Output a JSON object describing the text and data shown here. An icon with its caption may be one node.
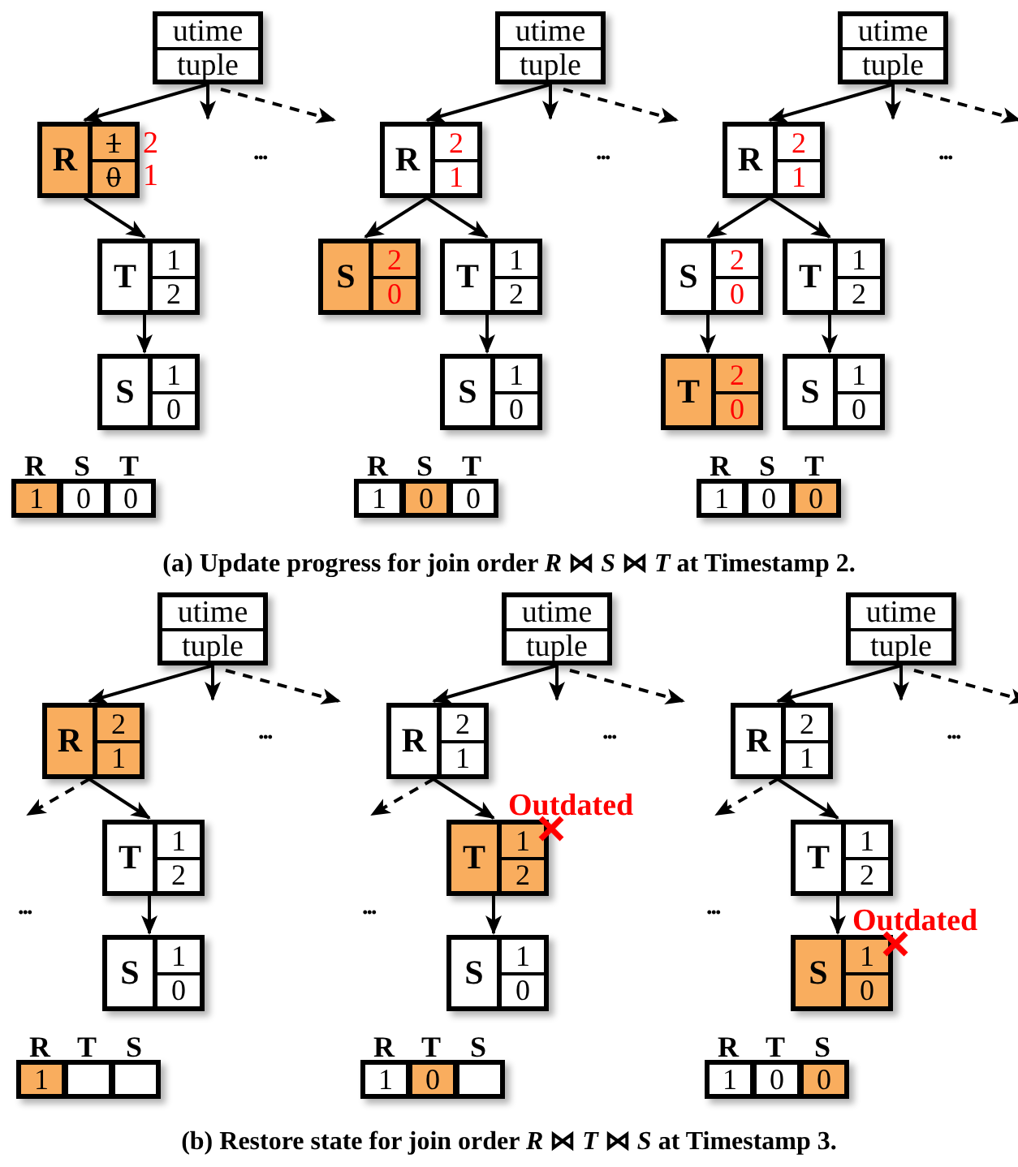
{
  "diagram": {
    "nodes": [
      {
        "text": [
          "utime",
          "tuple"
        ]
      },
      {
        "text": [
          "R",
          "1",
          "0"
        ],
        "beside": [
          "2",
          "1"
        ]
      },
      {
        "text": [
          "T",
          "1",
          "2"
        ]
      },
      {
        "text": [
          "S",
          "1",
          "0"
        ]
      },
      {
        "text": [
          "R",
          "S",
          "T",
          "1",
          "0",
          "0"
        ]
      },
      {
        "text": [
          "utime",
          "tuple"
        ]
      },
      {
        "text": [
          "R",
          "2",
          "1"
        ]
      },
      {
        "text": [
          "S",
          "2",
          "0"
        ]
      },
      {
        "text": [
          "T",
          "1",
          "2"
        ]
      },
      {
        "text": [
          "S",
          "1",
          "0"
        ]
      },
      {
        "text": [
          "R",
          "S",
          "T",
          "1",
          "0",
          "0"
        ]
      },
      {
        "text": [
          "utime",
          "tuple"
        ]
      },
      {
        "text": [
          "R",
          "2",
          "1"
        ]
      },
      {
        "text": [
          "S",
          "2",
          "0"
        ]
      },
      {
        "text": [
          "T",
          "1",
          "2"
        ]
      },
      {
        "text": [
          "T",
          "2",
          "0"
        ]
      },
      {
        "text": [
          "S",
          "1",
          "0"
        ]
      },
      {
        "text": [
          "R",
          "S",
          "T",
          "1",
          "0",
          "0"
        ]
      },
      {
        "text": [
          "utime",
          "tuple"
        ]
      },
      {
        "text": [
          "R",
          "2",
          "1"
        ]
      },
      {
        "text": [
          "T",
          "1",
          "2"
        ]
      },
      {
        "text": [
          "S",
          "1",
          "0"
        ]
      },
      {
        "text": [
          "R",
          "T",
          "S",
          "1"
        ]
      },
      {
        "text": [
          "utime",
          "tuple"
        ]
      },
      {
        "text": [
          "R",
          "2",
          "1"
        ]
      },
      {
        "text": [
          "T",
          "1",
          "2"
        ],
        "beside": [
          "Outdated"
        ]
      },
      {
        "text": [
          "S",
          "1",
          "0"
        ]
      },
      {
        "text": [
          "R",
          "T",
          "S",
          "1",
          "0"
        ]
      },
      {
        "text": [
          "utime",
          "tuple"
        ]
      },
      {
        "text": [
          "R",
          "2",
          "1"
        ]
      },
      {
        "text": [
          "T",
          "1",
          "2"
        ]
      },
      {
        "text": [
          "S",
          "1",
          "0"
        ],
        "beside": [
          "Outdated"
        ]
      },
      {
        "text": [
          "R",
          "T",
          "S",
          "1",
          "0",
          "0"
        ]
      }
    ],
    "edges": [
      {
        "from": 0,
        "to": 1,
        "arrow": "to"
      },
      {
        "from": 0,
        "to": null,
        "arrow": "to"
      },
      {
        "from": 0,
        "to": null,
        "arrow": "to",
        "style": "dashed"
      },
      {
        "from": 1,
        "to": 2,
        "arrow": "to"
      },
      {
        "from": 2,
        "to": 3,
        "arrow": "to"
      },
      {
        "from": 5,
        "to": 6,
        "arrow": "to"
      },
      {
        "from": 5,
        "to": null,
        "arrow": "to"
      },
      {
        "from": 5,
        "to": null,
        "arrow": "to",
        "style": "dashed"
      },
      {
        "from": 6,
        "to": 7,
        "arrow": "to"
      },
      {
        "from": 6,
        "to": 8,
        "arrow": "to"
      },
      {
        "from": 8,
        "to": 9,
        "arrow": "to"
      },
      {
        "from": 11,
        "to": 12,
        "arrow": "to"
      },
      {
        "from": 11,
        "to": null,
        "arrow": "to"
      },
      {
        "from": 11,
        "to": null,
        "arrow": "to",
        "style": "dashed"
      },
      {
        "from": 12,
        "to": 13,
        "arrow": "to"
      },
      {
        "from": 12,
        "to": 14,
        "arrow": "to"
      },
      {
        "from": 13,
        "to": 15,
        "arrow": "to"
      },
      {
        "from": 14,
        "to": 16,
        "arrow": "to"
      },
      {
        "from": 18,
        "to": 19,
        "arrow": "to"
      },
      {
        "from": 18,
        "to": null,
        "arrow": "to"
      },
      {
        "from": 18,
        "to": null,
        "arrow": "to",
        "style": "dashed"
      },
      {
        "from": 19,
        "to": null,
        "arrow": "to",
        "style": "dashed"
      },
      {
        "from": 19,
        "to": 20,
        "arrow": "to"
      },
      {
        "from": 20,
        "to": 21,
        "arrow": "to"
      },
      {
        "from": 23,
        "to": 24,
        "arrow": "to"
      },
      {
        "from": 23,
        "to": null,
        "arrow": "to"
      },
      {
        "from": 23,
        "to": null,
        "arrow": "to",
        "style": "dashed"
      },
      {
        "from": 24,
        "to": null,
        "arrow": "to",
        "style": "dashed"
      },
      {
        "from": 24,
        "to": 25,
        "arrow": "to"
      },
      {
        "from": 25,
        "to": 26,
        "arrow": "to"
      },
      {
        "from": 28,
        "to": 29,
        "arrow": "to"
      },
      {
        "from": 28,
        "to": null,
        "arrow": "to"
      },
      {
        "from": 28,
        "to": null,
        "arrow": "to",
        "style": "dashed"
      },
      {
        "from": 29,
        "to": null,
        "arrow": "to",
        "style": "dashed"
      },
      {
        "from": 29,
        "to": 30,
        "arrow": "to"
      },
      {
        "from": 30,
        "to": 31,
        "arrow": "to"
      }
    ],
    "labels": [
      "...",
      "...",
      "...",
      "(a) Update progress for join order *R* ⋈ *S* ⋈ *T* at Timestamp 2.",
      "...",
      "...",
      "...",
      "...",
      "...",
      "...",
      "(b) Restore state for join order *R* ⋈ *T* ⋈ *S* at Timestamp 3."
    ]
  }
}
